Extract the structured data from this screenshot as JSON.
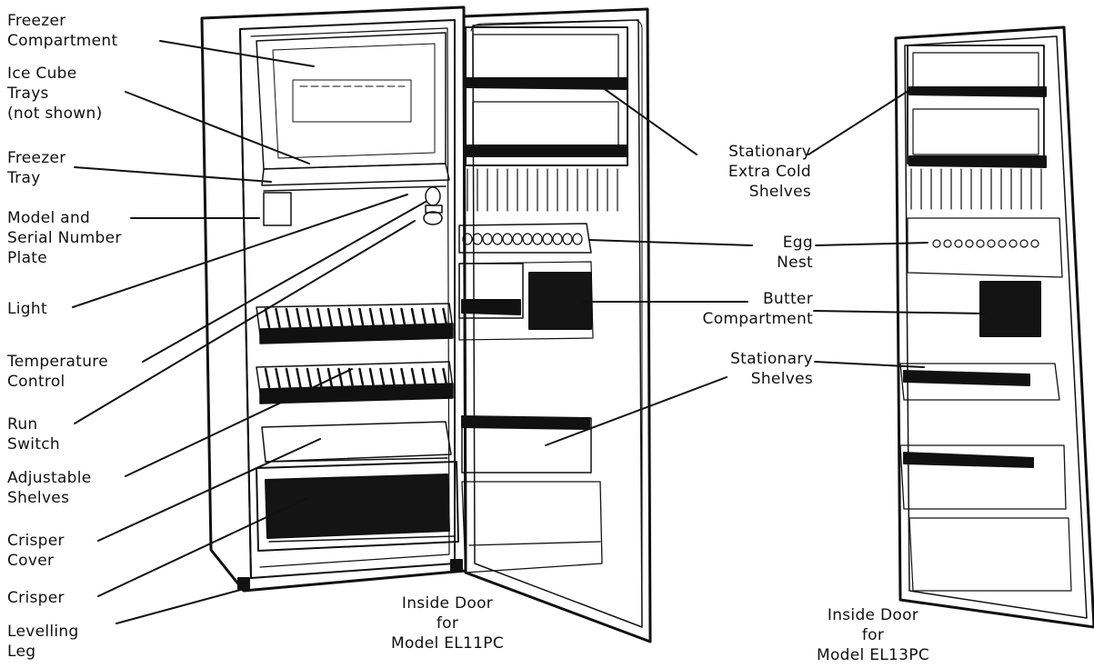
{
  "labels": {
    "freezer_compartment": [
      "Freezer",
      "Compartment"
    ],
    "ice_cube_trays": [
      "Ice Cube",
      "Trays",
      "(not shown)"
    ],
    "freezer_tray": [
      "Freezer",
      "Tray"
    ],
    "model_serial_plate": [
      "Model and",
      "Serial Number",
      "Plate"
    ],
    "light": [
      "Light"
    ],
    "temperature_control": [
      "Temperature",
      "Control"
    ],
    "run_switch": [
      "Run",
      "Switch"
    ],
    "adjustable_shelves": [
      "Adjustable",
      "Shelves"
    ],
    "crisper_cover": [
      "Crisper",
      "Cover"
    ],
    "crisper": [
      "Crisper"
    ],
    "levelling_leg": [
      "Levelling",
      "Leg"
    ],
    "stationary_extra_cold_shelves": [
      "Stationary",
      "Extra Cold",
      "Shelves"
    ],
    "egg_nest": [
      "Egg",
      "Nest"
    ],
    "butter_compartment": [
      "Butter",
      "Compartment"
    ],
    "stationary_shelves": [
      "Stationary",
      "Shelves"
    ],
    "caption_el11pc": [
      "Inside Door",
      "for",
      "Model EL11PC"
    ],
    "caption_el13pc": [
      "Inside Door",
      "for",
      "Model EL13PC"
    ]
  },
  "colors": {
    "line": "#111111",
    "fill": "#ffffff",
    "dark": "#141414"
  }
}
